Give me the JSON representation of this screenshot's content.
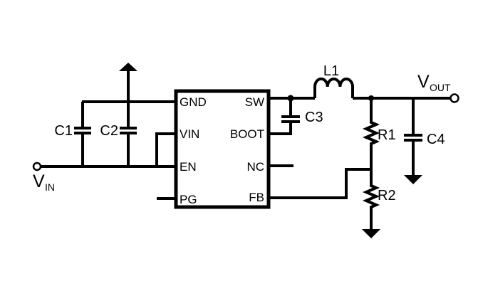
{
  "schematic": {
    "description": "DC-DC buck regulator application circuit",
    "colors": {
      "line": "#000000",
      "background": "#ffffff"
    },
    "ic": {
      "pins_left": [
        "GND",
        "VIN",
        "EN",
        "PG"
      ],
      "pins_right": [
        "SW",
        "BOOT",
        "NC",
        "FB"
      ]
    },
    "refs": {
      "c1": "C1",
      "c2": "C2",
      "c3": "C3",
      "c4": "C4",
      "l1": "L1",
      "r1": "R1",
      "r2": "R2"
    },
    "ports": {
      "vin": {
        "main": "V",
        "sub": "IN"
      },
      "vout": {
        "main": "V",
        "sub": "OUT"
      }
    }
  }
}
